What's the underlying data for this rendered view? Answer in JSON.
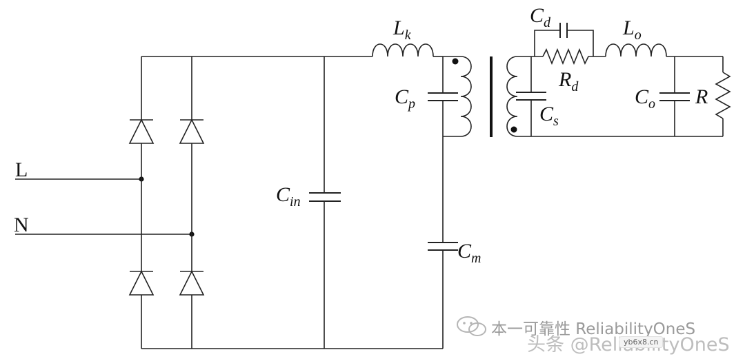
{
  "labels": {
    "L": "L",
    "N": "N",
    "Cin": {
      "main": "C",
      "sub": "in"
    },
    "Cm": {
      "main": "C",
      "sub": "m"
    },
    "Cp": {
      "main": "C",
      "sub": "p"
    },
    "Lk": {
      "main": "L",
      "sub": "k"
    },
    "Cd": {
      "main": "C",
      "sub": "d"
    },
    "Rd": {
      "main": "R",
      "sub": "d"
    },
    "Lo": {
      "main": "L",
      "sub": "o"
    },
    "Cs": {
      "main": "C",
      "sub": "s"
    },
    "Co": {
      "main": "C",
      "sub": "o"
    },
    "R": "R"
  },
  "watermark": {
    "line1": "本一可靠性 ReliabilityOneS",
    "line2": "头条 @ReliabilityOneS",
    "site": "yb6x8.cn"
  },
  "colors": {
    "wire": "#222222",
    "watermark": "#9a9a9a"
  }
}
